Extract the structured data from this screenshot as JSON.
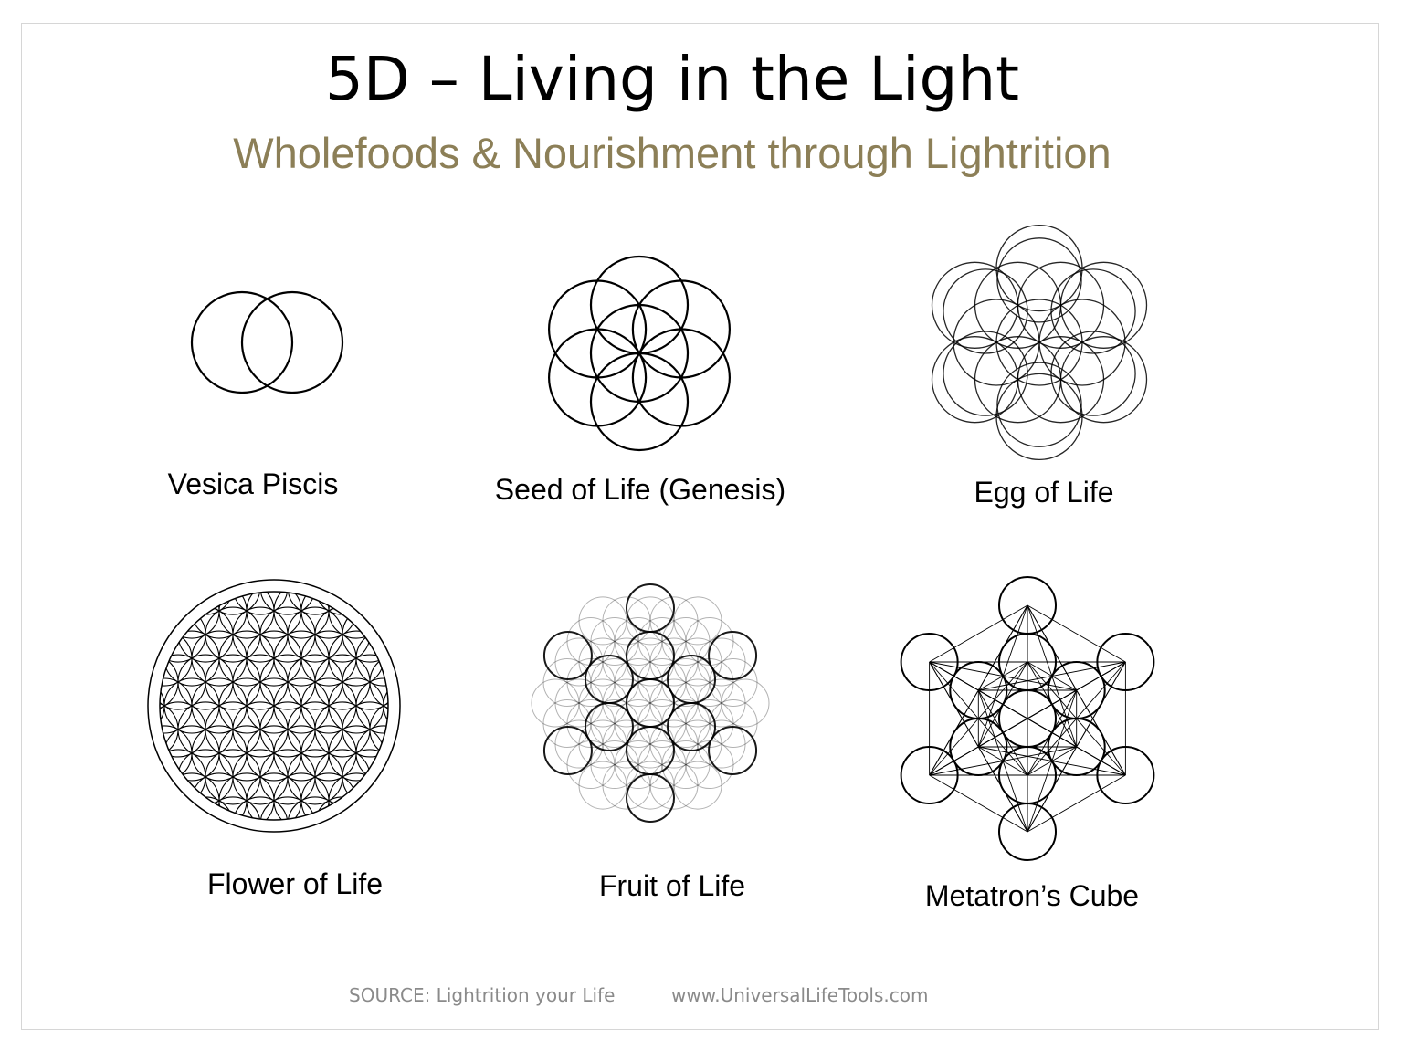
{
  "slide": {
    "title": "5D – Living in the Light",
    "subtitle": "Wholefoods & Nourishment through Lightrition"
  },
  "figures": [
    {
      "id": "vesica-piscis",
      "label": "Vesica Piscis"
    },
    {
      "id": "seed-of-life",
      "label": "Seed of Life (Genesis)"
    },
    {
      "id": "egg-of-life",
      "label": "Egg of Life"
    },
    {
      "id": "flower-of-life",
      "label": "Flower of Life"
    },
    {
      "id": "fruit-of-life",
      "label": "Fruit of Life"
    },
    {
      "id": "metatrons-cube",
      "label": "Metatron’s Cube"
    }
  ],
  "footer": {
    "source": "SOURCE:  Lightrition your Life",
    "url": "www.UniversalLifeTools.com"
  },
  "colors": {
    "subtitle": "#8c7f57",
    "footer": "#8a8a8a",
    "line": "#000000"
  }
}
